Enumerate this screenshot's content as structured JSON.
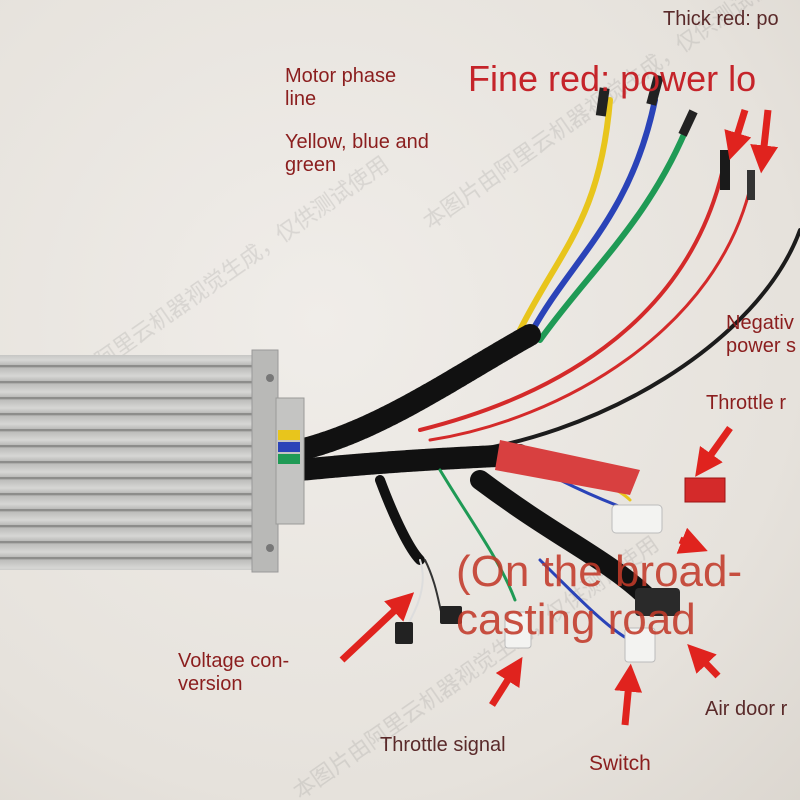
{
  "labels": {
    "thick_red": "Thick red: po",
    "fine_red": "Fine red: power lo",
    "motor_phase": "Motor phase\nline",
    "yellow_blue_green": "Yellow, blue and\ngreen",
    "negative_power": "Negativ\npower s",
    "throttle_right": "Throttle r",
    "broadcasting_road": "(On the broad-\ncasting road",
    "voltage_conversion": "Voltage con-\nversion",
    "throttle_signal": "Throttle signal",
    "switch": "Switch",
    "air_door": "Air door r"
  },
  "colors": {
    "label_text": "#8b1e1e",
    "arrow": "#e0231e",
    "controller_body": "#c9c9c7",
    "wire_yellow": "#e8c51c",
    "wire_blue": "#2a43b8",
    "wire_green": "#1f9a55",
    "wire_red": "#d42a2a",
    "wire_black": "#1c1c1c"
  },
  "watermark": "本图片由阿里云机器视觉生成，仅供测试使用"
}
